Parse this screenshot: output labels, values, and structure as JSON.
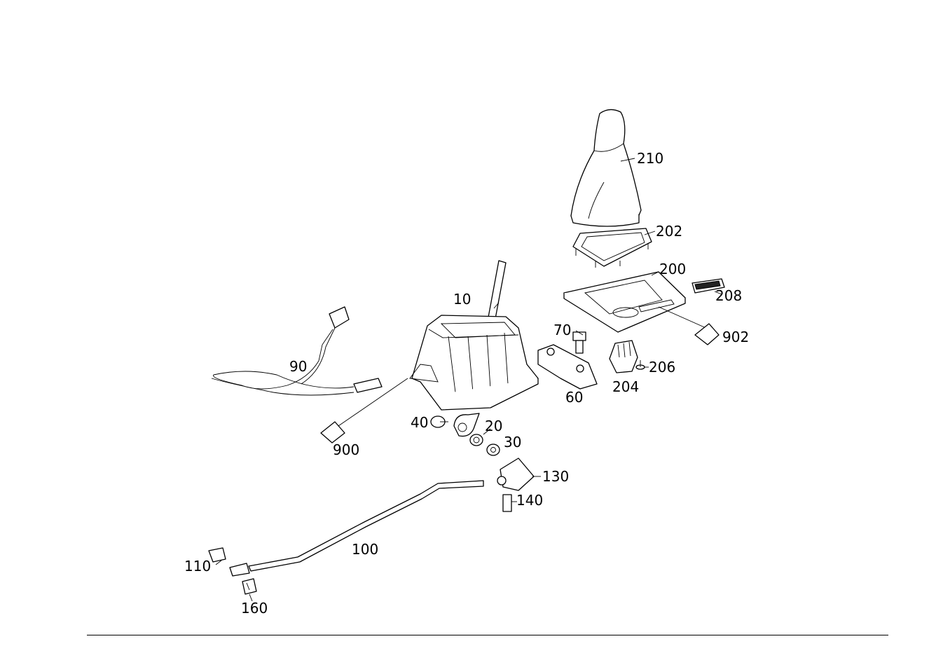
{
  "callouts": {
    "p210": "210",
    "p202": "202",
    "p200": "200",
    "p208": "208",
    "p902": "902",
    "p10": "10",
    "p70": "70",
    "p206": "206",
    "p204": "204",
    "p90": "90",
    "p60": "60",
    "p900": "900",
    "p40": "40",
    "p20": "20",
    "p30": "30",
    "p130": "130",
    "p140": "140",
    "p100": "100",
    "p110": "110",
    "p160": "160"
  }
}
